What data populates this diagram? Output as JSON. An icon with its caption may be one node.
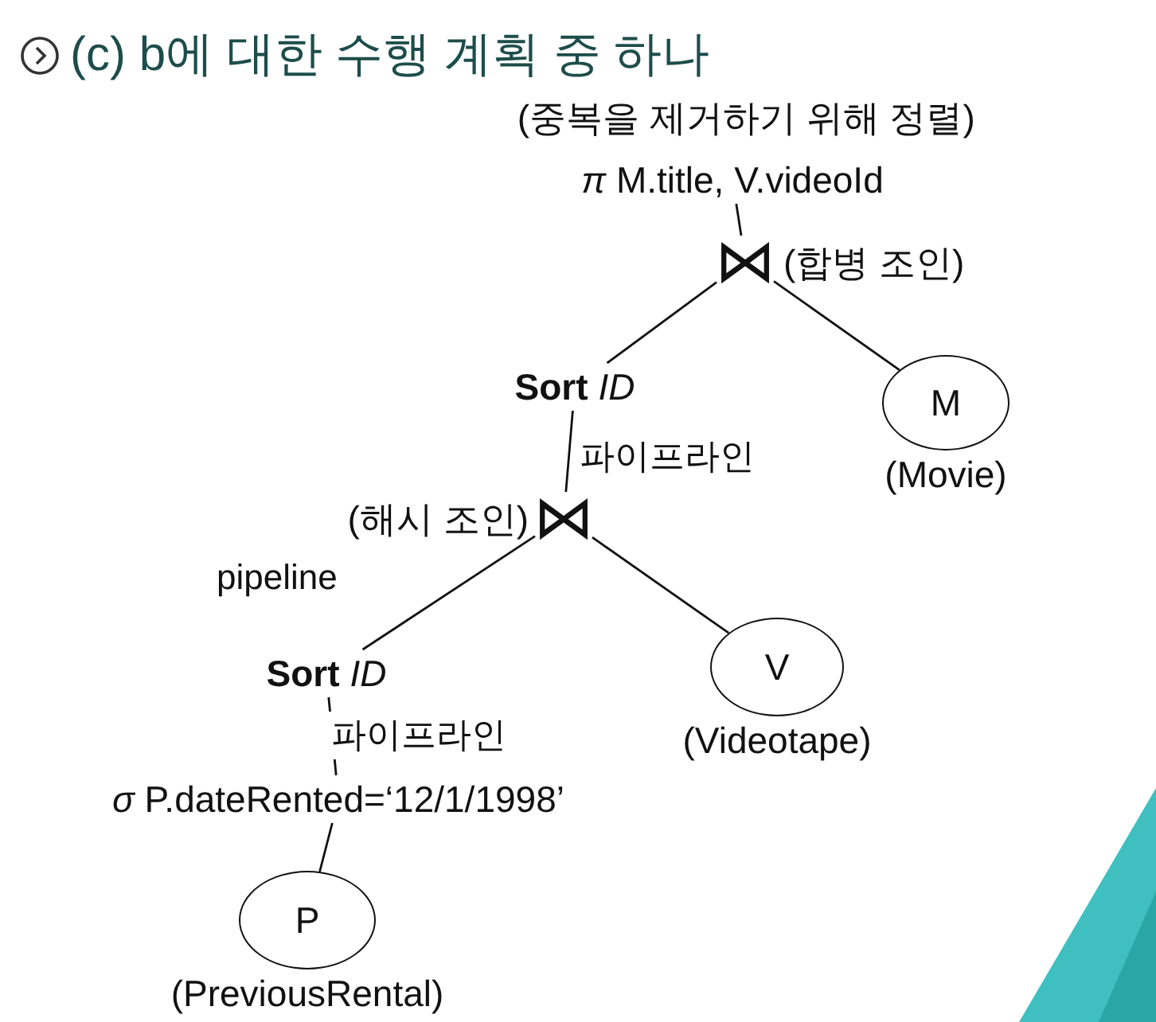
{
  "diagram": {
    "title": "(c) b에 대한 수행 계획 중 하나",
    "nodes": [
      {
        "text": [
          "*π* M.title, V.videoId"
        ],
        "beside": [
          "(중복을 제거하기 위해 정렬)"
        ]
      },
      {
        "text": [
          "⋈"
        ],
        "beside": [
          "(합병 조인)"
        ]
      },
      {
        "text": [
          "**Sort** *ID*"
        ]
      },
      {
        "text": [
          "M"
        ],
        "beside": [
          "(Movie)"
        ]
      },
      {
        "text": [
          "⋈"
        ],
        "beside": [
          "(해시 조인)"
        ]
      },
      {
        "text": [
          "**Sort** *ID*"
        ]
      },
      {
        "text": [
          "V"
        ],
        "beside": [
          "(Videotape)"
        ]
      },
      {
        "text": [
          "*σ* P.dateRented=‘12/1/1998’"
        ]
      },
      {
        "text": [
          "P"
        ],
        "beside": [
          "(PreviousRental)"
        ]
      }
    ],
    "edges": [
      {
        "from": 0,
        "to": 1,
        "arrow": "none"
      },
      {
        "from": 1,
        "to": 2,
        "arrow": "none"
      },
      {
        "from": 1,
        "to": 3,
        "arrow": "none"
      },
      {
        "from": 2,
        "to": 4,
        "arrow": "none",
        "label": "파이프라인"
      },
      {
        "from": 4,
        "to": 5,
        "arrow": "none",
        "label": "pipeline"
      },
      {
        "from": 4,
        "to": 6,
        "arrow": "none"
      },
      {
        "from": 5,
        "to": 7,
        "arrow": "none",
        "label": "파이프라인"
      },
      {
        "from": 7,
        "to": 8,
        "arrow": "none"
      }
    ]
  }
}
